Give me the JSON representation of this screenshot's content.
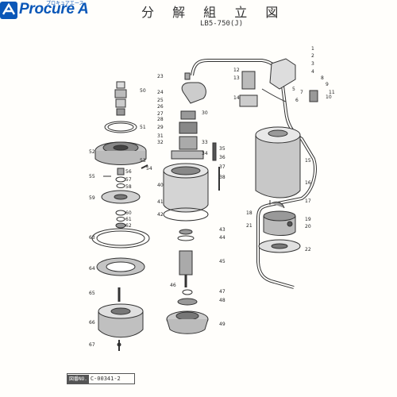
{
  "brand": {
    "logo_text": "Procure A",
    "logo_kana": "プロキュアエース",
    "logo_color": "#0a57b8"
  },
  "title": "分 解 組 立 図",
  "model": "LB5-750(J)",
  "doc_number": {
    "label": "図番NO.",
    "value": "C-00341-2"
  },
  "callouts": [
    "1",
    "2",
    "3",
    "4",
    "5",
    "6",
    "7",
    "8",
    "9",
    "10",
    "11",
    "12",
    "13",
    "14",
    "15",
    "16",
    "17",
    "18",
    "19",
    "20",
    "21",
    "22",
    "23",
    "24",
    "25",
    "26",
    "27",
    "28",
    "29",
    "30",
    "31",
    "32",
    "33",
    "34",
    "35",
    "36",
    "37",
    "38",
    "40",
    "41",
    "42",
    "43",
    "44",
    "45",
    "46",
    "47",
    "48",
    "49",
    "50",
    "51",
    "52",
    "53",
    "54",
    "55",
    "56",
    "57",
    "58",
    "59",
    "60",
    "61",
    "62",
    "63",
    "64",
    "65",
    "66",
    "67"
  ],
  "icons": [
    "pump-part-illustration"
  ]
}
